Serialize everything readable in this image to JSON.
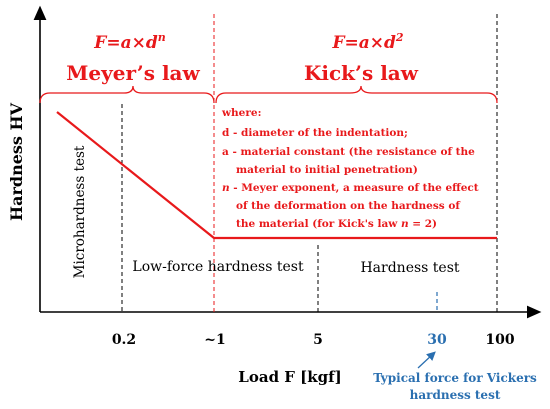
{
  "axes": {
    "y_label": "Hardness HV",
    "x_label": "Load F [kgf]"
  },
  "ticks": [
    "0.2",
    "~1",
    "5",
    "30",
    "100"
  ],
  "meyer": {
    "formula_base": "F=a×d",
    "formula_exp": "n",
    "law": "Meyer’s law"
  },
  "kick": {
    "formula_base": "F=a×d",
    "formula_exp": "2",
    "law": "Kick’s law"
  },
  "where_block": {
    "line1": "where:",
    "line2": "d - diameter of the indentation;",
    "line3": "a - material constant (the resistance of the",
    "line4": "material to initial penetration)",
    "line5_var": "n",
    "line5_rest": " - Meyer exponent, a measure of the effect",
    "line6": "of the deformation on the hardness of",
    "line7_pre": "the material (for Kick's law ",
    "line7_var": "n",
    "line7_post": " = 2)"
  },
  "regions": {
    "micro": "Microhardness test",
    "low_force": "Low-force hardness test",
    "hardness": "Hardness test"
  },
  "annotation": {
    "line1": "Typical force for Vickers",
    "line2": "hardness test"
  },
  "colors": {
    "red": "#e8191b",
    "blue": "#2a6fb0",
    "black": "#000000"
  }
}
